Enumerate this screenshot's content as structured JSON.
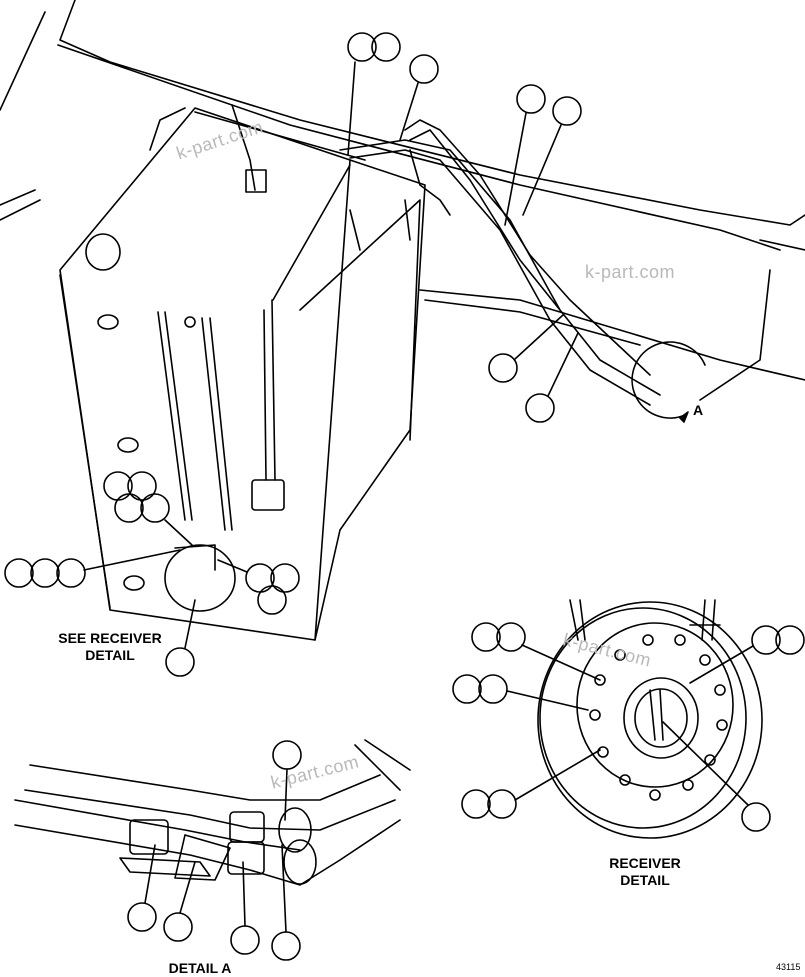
{
  "labels": {
    "see_receiver_detail_line1": "SEE RECEIVER",
    "see_receiver_detail_line2": "DETAIL",
    "receiver_detail_line1": "RECEIVER",
    "receiver_detail_line2": "DETAIL",
    "detail_a": "DETAIL A",
    "view_arrow_letter": "A"
  },
  "watermark": "k-part.com",
  "figure_number": "43115"
}
